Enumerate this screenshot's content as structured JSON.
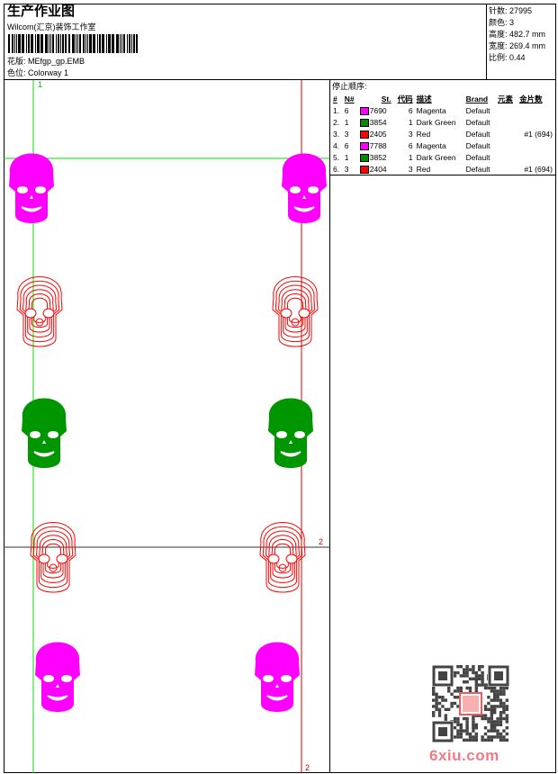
{
  "header": {
    "title": "生产作业图",
    "company": "Wilcom(汇京)装饰工作室",
    "design_label": "花版:",
    "design_value": "MEfgp_gp.EMB",
    "colorway_label": "色位:",
    "colorway_value": "Colorway 1"
  },
  "info": {
    "stitches": "针数: 27995",
    "colors": "颜色: 3",
    "height": "高度: 482.7 mm",
    "width": "宽度: 269.4 mm",
    "scale": "比例: 0.44"
  },
  "stop_sequence": {
    "title": "停止顺序:",
    "headers": [
      "#",
      "N#",
      "St.",
      "代码",
      "描述",
      "Brand",
      "元素",
      "金片数"
    ],
    "rows": [
      {
        "n": "1.",
        "needle": "6",
        "color": "#ff00ff",
        "st": "7690",
        "code": "6",
        "desc": "Magenta",
        "brand": "Default",
        "sequin": ""
      },
      {
        "n": "2.",
        "needle": "1",
        "color": "#008c00",
        "st": "3854",
        "code": "1",
        "desc": "Dark Green",
        "brand": "Default",
        "sequin": ""
      },
      {
        "n": "3.",
        "needle": "3",
        "color": "#ff0000",
        "st": "2405",
        "code": "3",
        "desc": "Red",
        "brand": "Default",
        "sequin": "#1 (694)"
      },
      {
        "n": "4.",
        "needle": "6",
        "color": "#ff00ff",
        "st": "7788",
        "code": "6",
        "desc": "Magenta",
        "brand": "Default",
        "sequin": ""
      },
      {
        "n": "5.",
        "needle": "1",
        "color": "#008c00",
        "st": "3852",
        "code": "1",
        "desc": "Dark Green",
        "brand": "Default",
        "sequin": ""
      },
      {
        "n": "6.",
        "needle": "3",
        "color": "#ff0000",
        "st": "2404",
        "code": "3",
        "desc": "Red",
        "brand": "Default",
        "sequin": "#1 (694)"
      }
    ]
  },
  "markers": {
    "frame1": "1",
    "frame2": "2",
    "frame2b": "2"
  },
  "colors": {
    "magenta": "#ff00ff",
    "green": "#009600",
    "red": "#ff0000",
    "guide_green": "#00e000"
  },
  "watermark": "6xiu.com"
}
